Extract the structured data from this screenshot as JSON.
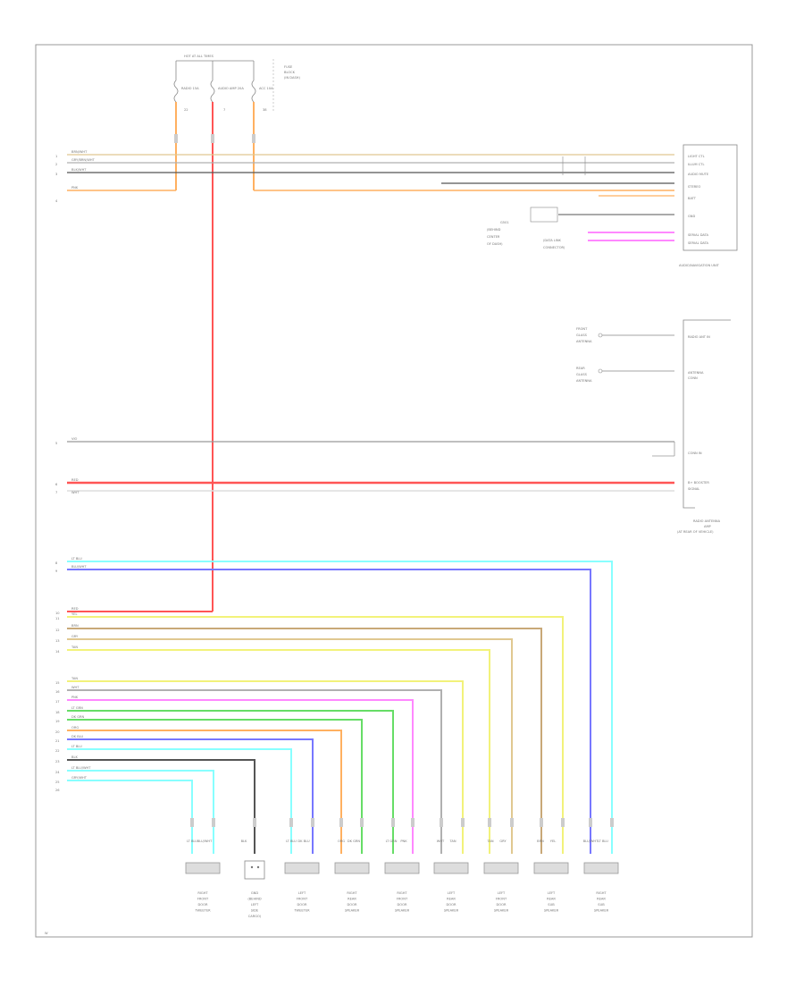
{
  "fuse_box": {
    "title": "HOT AT ALL TIMES",
    "side_label_lines": [
      "FUSE",
      "BLOCK",
      "(IN DASH)"
    ],
    "fuses": [
      {
        "name": "RADIO 15A",
        "num": "22"
      },
      {
        "name": "AUDIO AMP 20A",
        "num": "7"
      },
      {
        "name": "ACC 10A",
        "num": "38"
      }
    ]
  },
  "left_pins": {
    "top": [
      "1",
      "2",
      "3",
      "4"
    ],
    "mid": [
      "5",
      "6",
      "7"
    ],
    "bottom": [
      "8",
      "9",
      "10",
      "11",
      "12",
      "13",
      "14",
      "15",
      "16",
      "17",
      "18",
      "19",
      "20",
      "21",
      "22",
      "23",
      "24",
      "25",
      "26"
    ]
  },
  "wire_colors": {
    "top": [
      "BRN/WHT",
      "GRY/BRN/WHT",
      "BLK/WHT",
      "PNK"
    ],
    "mid": [
      "VIO",
      "RED",
      "WHT"
    ],
    "cyan_pair": [
      "LT BLU",
      "BLU/WHT"
    ],
    "bottom": [
      "RED",
      "YEL",
      "BRN",
      "GRY",
      "TAN",
      "TAN",
      "WHT",
      "PNK",
      "LT GRN",
      "DK GRN",
      "ORG",
      "DK BLU",
      "LT BLU",
      "BLK",
      "LT BLU/WHT",
      "GRY/WHT"
    ]
  },
  "audio_unit": {
    "pin_labels": [
      "LIGHT CTL",
      "ILLUM CTL",
      "AUDIO MUTE",
      "STEREO",
      "BATT",
      "GND",
      "SERIAL DATA",
      "SERIAL DATA"
    ],
    "caption": "AUDIO/NAVIGATION UNIT"
  },
  "ground_label_lines": [
    "G501",
    "(BEHIND",
    "CENTER",
    "OF DASH)"
  ],
  "serial_label_lines": [
    "(DATA LINK",
    "CONNECTOR)"
  ],
  "antenna": {
    "pin_labels": [
      "RADIO ANT IN",
      "ANTENNA",
      "CONN",
      "CONN IN",
      "B+ BOOSTER",
      "SIGNAL"
    ],
    "front_labels": [
      "FRONT",
      "GLASS",
      "ANTENNA"
    ],
    "rear_labels": [
      "REAR",
      "GLASS",
      "ANTENNA"
    ],
    "caption_lines": [
      "RADIO ANTENNA",
      "AMP",
      "(AT REAR OF VEHICLE)"
    ]
  },
  "speakers": [
    {
      "lines": [
        "RIGHT",
        "FRONT",
        "DOOR",
        "TWEETER"
      ],
      "wire_codes": [
        "LT BLU",
        "BLU/WHT"
      ]
    },
    {
      "lines": [
        "GND",
        "(BEHIND",
        "LEFT",
        "SIDE",
        "CARGO)"
      ],
      "wire_codes": [
        "BLK"
      ]
    },
    {
      "lines": [
        "LEFT",
        "FRONT",
        "DOOR",
        "TWEETER"
      ],
      "wire_codes": [
        "LT BLU",
        "DK BLU"
      ]
    },
    {
      "lines": [
        "RIGHT",
        "REAR",
        "DOOR",
        "SPEAKER"
      ],
      "wire_codes": [
        "ORG",
        "DK GRN"
      ]
    },
    {
      "lines": [
        "RIGHT",
        "FRONT",
        "DOOR",
        "SPEAKER"
      ],
      "wire_codes": [
        "LT GRN",
        "PNK"
      ]
    },
    {
      "lines": [
        "LEFT",
        "REAR",
        "DOOR",
        "SPEAKER"
      ],
      "wire_codes": [
        "WHT",
        "TAN"
      ]
    },
    {
      "lines": [
        "LEFT",
        "FRONT",
        "DOOR",
        "SPEAKER"
      ],
      "wire_codes": [
        "TAN",
        "GRY"
      ]
    },
    {
      "lines": [
        "LEFT",
        "REAR",
        "SUB",
        "SPEAKER"
      ],
      "wire_codes": [
        "BRN",
        "YEL"
      ]
    },
    {
      "lines": [
        "RIGHT",
        "REAR",
        "SUB",
        "SPEAKER"
      ],
      "wire_codes": [
        "BLU/WHT",
        "LT BLU"
      ]
    }
  ],
  "colors": {
    "frame": "#999999",
    "red": "#ff5555",
    "orange": "#ffb060",
    "tan": "#e0c890",
    "brown": "#c8a878",
    "gray": "#b0b0b0",
    "black": "#555555",
    "yellow": "#f2f27a",
    "pink": "#ff88ff",
    "green": "#66dd66",
    "blue": "#7777ff",
    "cyan": "#88ffff",
    "white": "#dddddd"
  },
  "footer_code": "W"
}
